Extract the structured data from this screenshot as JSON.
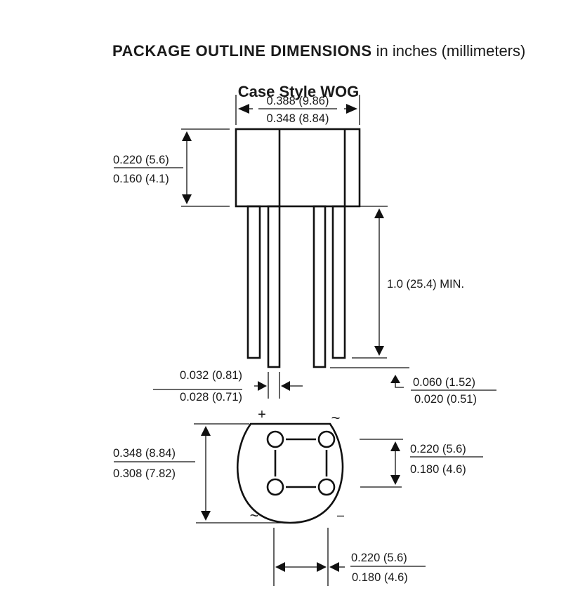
{
  "title": {
    "bold": "PACKAGE OUTLINE DIMENSIONS",
    "rest": " in inches (millimeters)"
  },
  "case_style": "Case Style WOG",
  "dimensions": {
    "body_width": {
      "max": "0.388 (9.86)",
      "min": "0.348 (8.84)"
    },
    "body_height": {
      "max": "0.220 (5.6)",
      "min": "0.160 (4.1)"
    },
    "lead_length": "1.0 (25.4) MIN.",
    "lead_width": {
      "max": "0.032 (0.81)",
      "min": "0.028 (0.71)"
    },
    "lead_offset": {
      "max": "0.060 (1.52)",
      "min": "0.020 (0.51)"
    },
    "diameter": {
      "max": "0.348 (8.84)",
      "min": "0.308 (7.82)"
    },
    "pin_spacing_v": {
      "max": "0.220 (5.6)",
      "min": "0.180 (4.6)"
    },
    "pin_spacing_h": {
      "max": "0.220 (5.6)",
      "min": "0.180 (4.6)"
    }
  },
  "pin_marks": {
    "plus": "+",
    "ac1": "~",
    "ac2": "~",
    "minus": "–"
  }
}
